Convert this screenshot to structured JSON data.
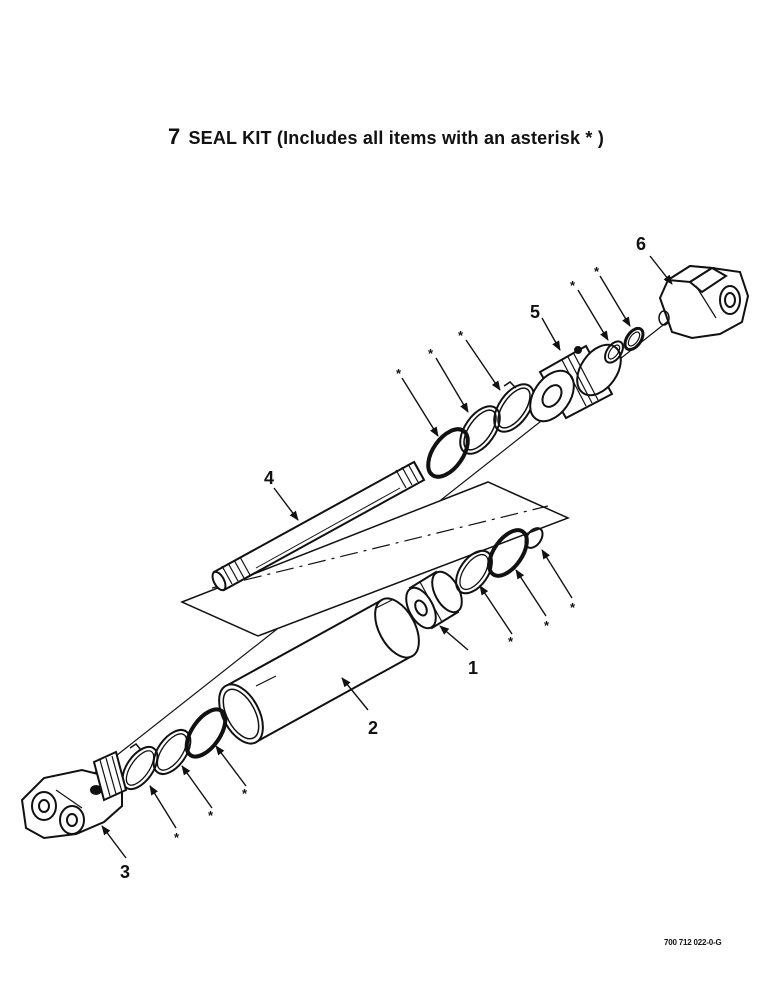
{
  "title": {
    "number": "7",
    "text": "SEAL KIT (Includes all items with an asterisk * )"
  },
  "callouts": {
    "c1": "1",
    "c2": "2",
    "c3": "3",
    "c4": "4",
    "c5": "5",
    "c6": "6"
  },
  "seal_marker": "*",
  "figure_id": "700 712 022-0-G"
}
